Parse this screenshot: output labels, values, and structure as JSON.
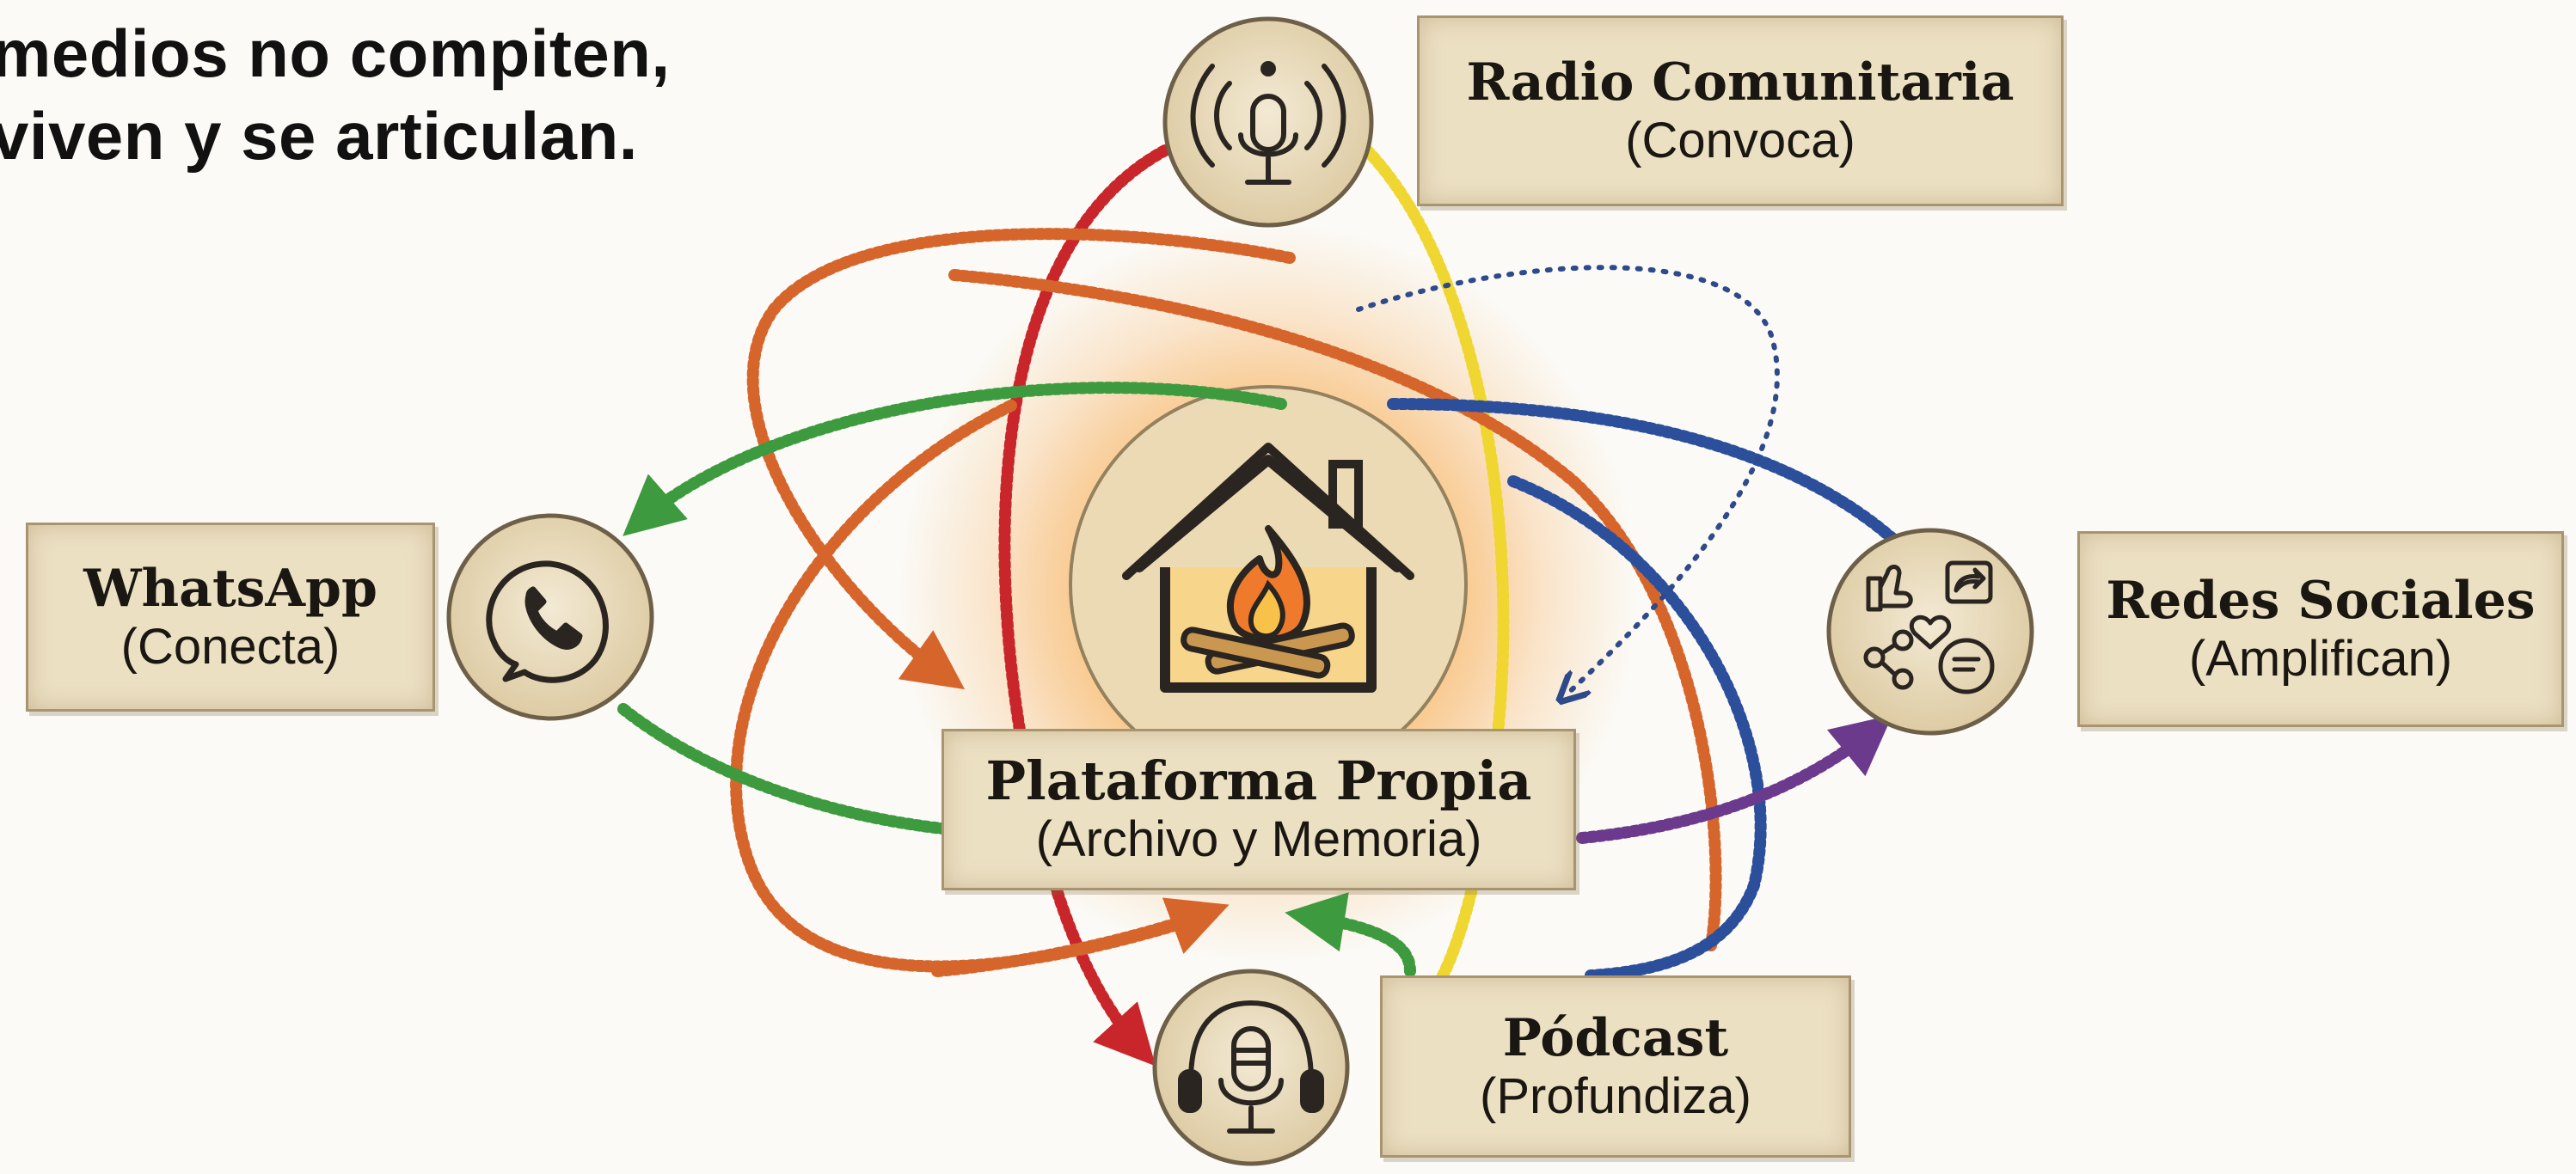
{
  "title_lines": [
    "medios no compiten,",
    "viven y se articulan."
  ],
  "center": {
    "title": "Plataforma Propia",
    "subtitle": "(Archivo y Memoria)",
    "icon": "house-fire-icon"
  },
  "nodes": {
    "radio": {
      "title": "Radio Comunitaria",
      "subtitle": "(Convoca)",
      "icon": "microphone-broadcast-icon"
    },
    "whatsapp": {
      "title": "WhatsApp",
      "subtitle": "(Conecta)",
      "icon": "whatsapp-icon"
    },
    "redes": {
      "title": "Redes Sociales",
      "subtitle": "(Amplifican)",
      "icon": "social-media-icon"
    },
    "podcast": {
      "title": "Pódcast",
      "subtitle": "(Profundiza)",
      "icon": "podcast-headphones-icon"
    }
  },
  "colors": {
    "red": "#c8262a",
    "orange": "#d6652c",
    "yellow": "#f0d630",
    "green": "#3e9a3f",
    "blue": "#2c4f9c",
    "purple": "#6b3a8c",
    "dotted_blue": "#2e4a8a",
    "paper": "#ece0c3",
    "glow": "#f6a54a"
  }
}
